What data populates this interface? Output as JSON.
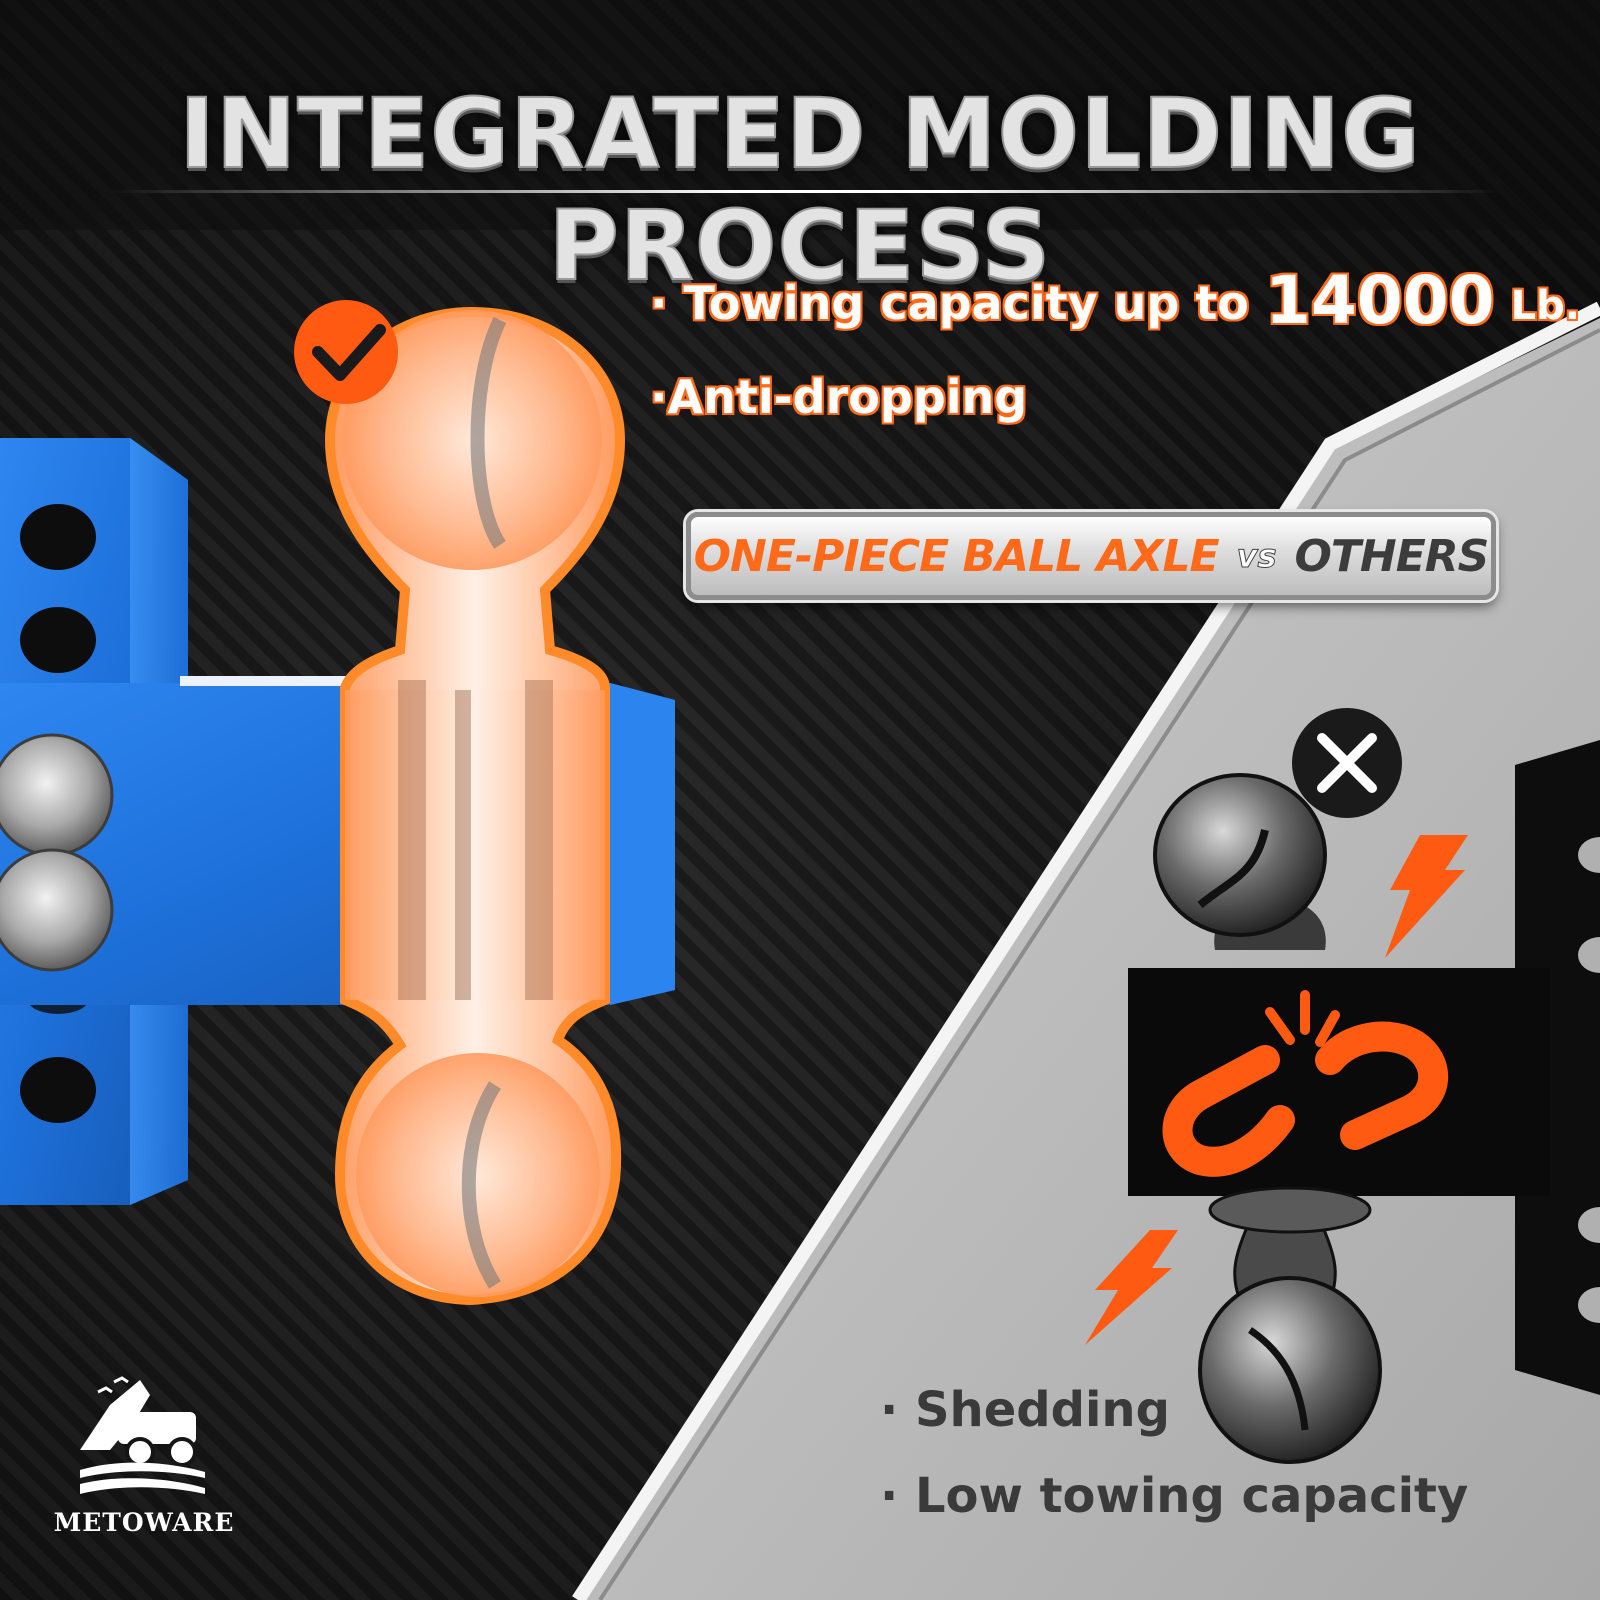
{
  "title": "INTEGRATED MOLDING PROCESS",
  "features": {
    "towing_prefix": "Towing capacity up to",
    "towing_value": "14000",
    "towing_unit": "Lb.",
    "anti_dropping": "Anti-dropping",
    "bullet": "·"
  },
  "comparison": {
    "left": "ONE-PIECE BALL AXLE",
    "vs": "vs",
    "right": "OTHERS"
  },
  "cons": [
    "Shedding",
    "Low towing capacity"
  ],
  "brand": "METOWARE",
  "colors": {
    "accent": "#ff6a1a",
    "mount_blue": "#1d6fd8",
    "dark_bg": "#151515",
    "light_panel": "#b9b9b9"
  },
  "icons": [
    "check-icon",
    "x-icon",
    "lightning-icon",
    "broken-chain-icon",
    "truck-logo-icon"
  ]
}
